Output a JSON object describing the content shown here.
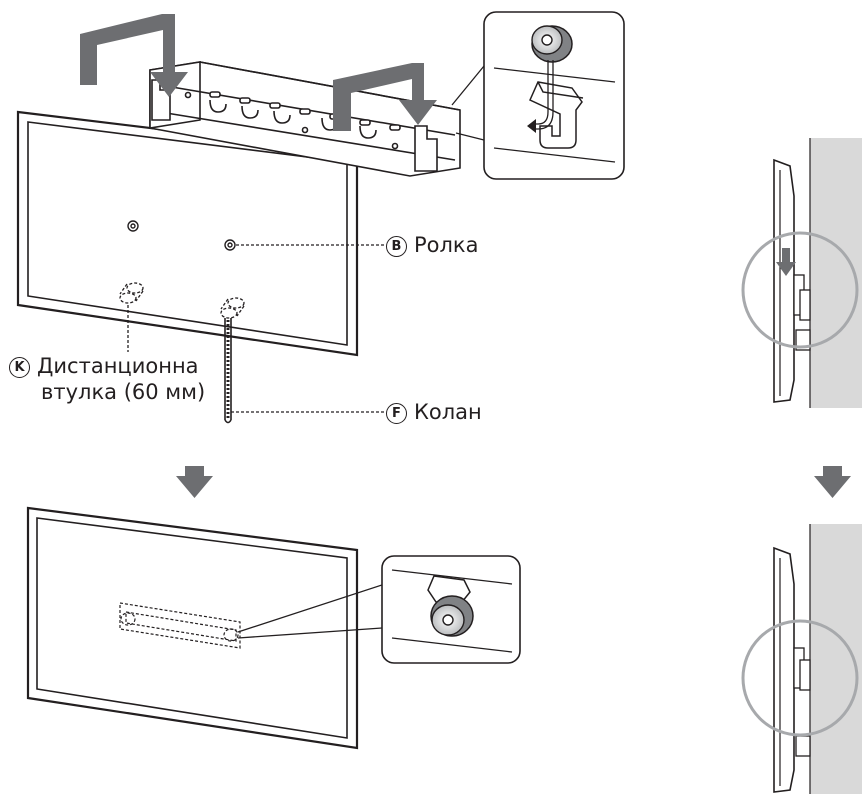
{
  "labels": {
    "roller": {
      "letter": "B",
      "text": "Ролка"
    },
    "spacer": {
      "letter": "K",
      "line1": "Дистанционна",
      "line2": "втулка (60 мм)"
    },
    "belt": {
      "letter": "F",
      "text": "Колан"
    }
  },
  "colors": {
    "stroke": "#231f20",
    "arrow": "#6d6e71",
    "wall": "#d9d9d9",
    "callout_circle": "#a7a9ac",
    "screen_fill": "#ffffff"
  },
  "icons": [
    "down-arrow-icon",
    "roller-icon",
    "hook-icon"
  ]
}
